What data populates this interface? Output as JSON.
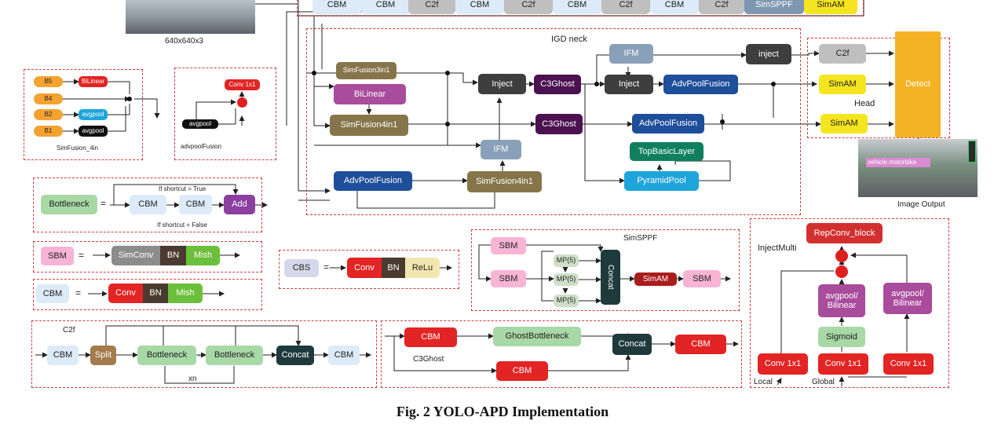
{
  "caption": "Fig. 2 YOLO-APD Implementation",
  "input": {
    "size_label": "640x640x3"
  },
  "backbone": {
    "blocks": [
      "CBM",
      "CBM",
      "C2f",
      "CBM",
      "C2f",
      "CBM",
      "C2f",
      "CBM",
      "C2f",
      "SimSPPF",
      "SimAM"
    ]
  },
  "neck": {
    "title": "IGD neck",
    "simfusion3in1": "SimFusion3in1",
    "bilinear": "BiLinear",
    "simfusion4in1_a": "SimFusion4in1",
    "simfusion4in1_b": "SimFusion4in1",
    "advpool_left": "AdvPoolFusion",
    "ifm_low": "IFM",
    "ifm_top": "IFM",
    "inject_1": "Inject",
    "inject_2": "Inject",
    "inject_3": "inject",
    "c3ghost_1": "C3Ghost",
    "c3ghost_2": "C3Ghost",
    "advpool_mid": "AdvPoolFusion",
    "advpool_low": "AdvPoolFusion",
    "topbasic": "TopBasicLayer",
    "pyramidpool": "PyramidPool"
  },
  "head": {
    "title": "Head",
    "c2f": "C2f",
    "simam_1": "SimAM",
    "simam_2": "SimAM",
    "detect": "Detect"
  },
  "output": {
    "label": "Image Output",
    "overlay": "vehicle motorbike"
  },
  "simfusion_legend": {
    "inputs": [
      "B5",
      "B4",
      "B2",
      "B1"
    ],
    "ops": [
      "BiLinear",
      "avgpool",
      "avgpool"
    ],
    "title": "SimFusion_4in"
  },
  "advpoolfusion_legend": {
    "conv": "Conv 1x1",
    "pool": "avgpool",
    "title": "advpoolFusion"
  },
  "bottleneck": {
    "name": "Bottleneck",
    "eq": "=",
    "cbm1": "CBM",
    "cbm2": "CBM",
    "add": "Add",
    "if_true": "If shortcut = True",
    "if_false": "If shortcut = False"
  },
  "sbm": {
    "name": "SBM",
    "eq": "=",
    "simconv": "SimConv",
    "bn": "BN",
    "mish": "Mish"
  },
  "cbm": {
    "name": "CBM",
    "eq": "=",
    "conv": "Conv",
    "bn": "BN",
    "mish": "Mish"
  },
  "cbs": {
    "name": "CBS",
    "eq": "=",
    "conv": "Conv",
    "bn": "BN",
    "relu": "ReLu"
  },
  "simsppf": {
    "title": "SimSPPF",
    "sbm_in": "SBM",
    "sbm_mid": "SBM",
    "mp": [
      "MP(5)",
      "MP(5)",
      "MP(5)"
    ],
    "concat": "Concat",
    "simam": "SimAM",
    "sbm_out": "SBM"
  },
  "injectmulti": {
    "title": "InjectMulti",
    "repconv": "RepConv_block",
    "avg1": "avgpool/ Bilinear",
    "avg2": "avgpool/ Bilinear",
    "sigmoid": "Sigmoid",
    "conv1": "Conv 1x1",
    "conv2": "Conv 1x1",
    "conv3": "Conv 1x1",
    "local": "Local",
    "global": "Global"
  },
  "c2f": {
    "title": "C2f",
    "cbm_in": "CBM",
    "split": "Split",
    "bott1": "Bottleneck",
    "dots": "...",
    "bott2": "Bottleneck",
    "concat": "Concat",
    "cbm_out": "CBM",
    "xn": "xn"
  },
  "c3ghost": {
    "title": "C3Ghost",
    "cbm1": "CBM",
    "ghost": "GhostBottleneck",
    "cbm2": "CBM",
    "concat": "Concat",
    "cbm3": "CBM"
  },
  "colors": {
    "cbm": "#dcebf7",
    "c2f": "#bfbfbf",
    "simsppf": "#7f96b2",
    "simam": "#f5e520",
    "olive": "#86754a",
    "purple": "#a94c9c",
    "navy": "#1f4e9b",
    "darkgray": "#3e3e3e",
    "ghost": "#4b1150",
    "steel": "#8aa0b8",
    "green": "#0f7f5e",
    "cyan": "#1fa5dc",
    "detect": "#f4b324",
    "red": "#e32424",
    "darkteal": "#1f3a3d",
    "pink": "#f7b4d4"
  }
}
